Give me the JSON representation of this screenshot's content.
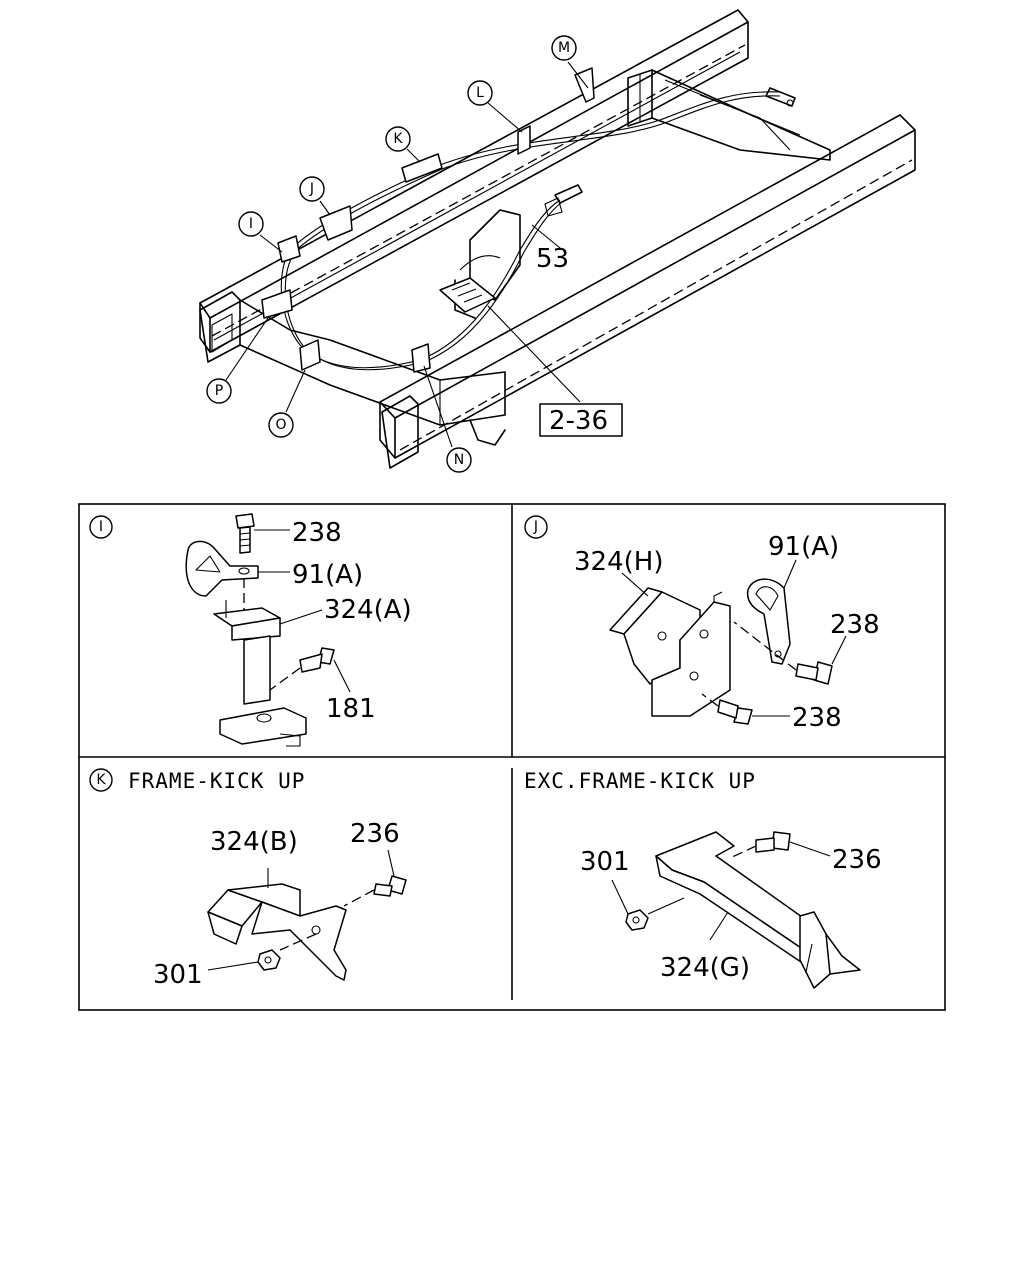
{
  "overview": {
    "callouts": [
      "M",
      "L",
      "K",
      "J",
      "I",
      "P",
      "O",
      "N"
    ],
    "part_53": "53",
    "ref_box": "2-36"
  },
  "panel_i": {
    "letter": "I",
    "labels": [
      "238",
      "91(A)",
      "324(A)",
      "181"
    ]
  },
  "panel_j": {
    "letter": "J",
    "labels": [
      "324(H)",
      "91(A)",
      "238",
      "238"
    ]
  },
  "panel_k": {
    "letter": "K",
    "title": "FRAME-KICK UP",
    "labels": [
      "324(B)",
      "236",
      "301"
    ]
  },
  "panel_exc": {
    "title": "EXC.FRAME-KICK UP",
    "labels": [
      "301",
      "236",
      "324(G)"
    ]
  }
}
